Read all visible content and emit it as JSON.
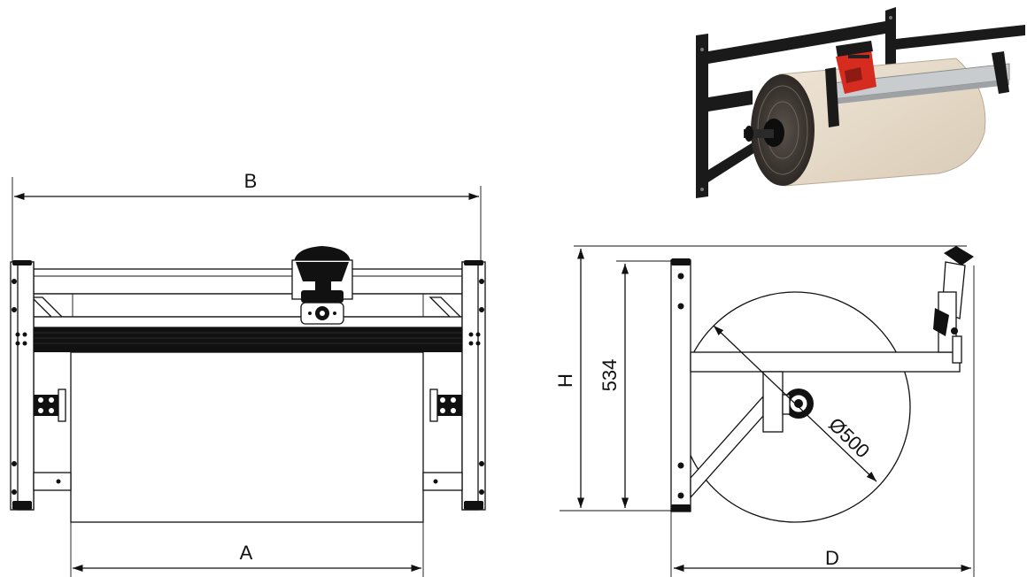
{
  "front_view": {
    "dim_width_overall": "B",
    "dim_width_roll": "A"
  },
  "side_view": {
    "dim_height_total": "H",
    "dim_height_mount": "534",
    "dim_depth": "D",
    "dim_roll_diameter": "Ø500"
  },
  "photo": {
    "icon": "paper-roll-dispenser-photo",
    "colors": {
      "frame": "#1a1a1a",
      "paper": "#e8dccb",
      "roll_core": "#3a3530",
      "cutter": "#d62b1f"
    }
  }
}
